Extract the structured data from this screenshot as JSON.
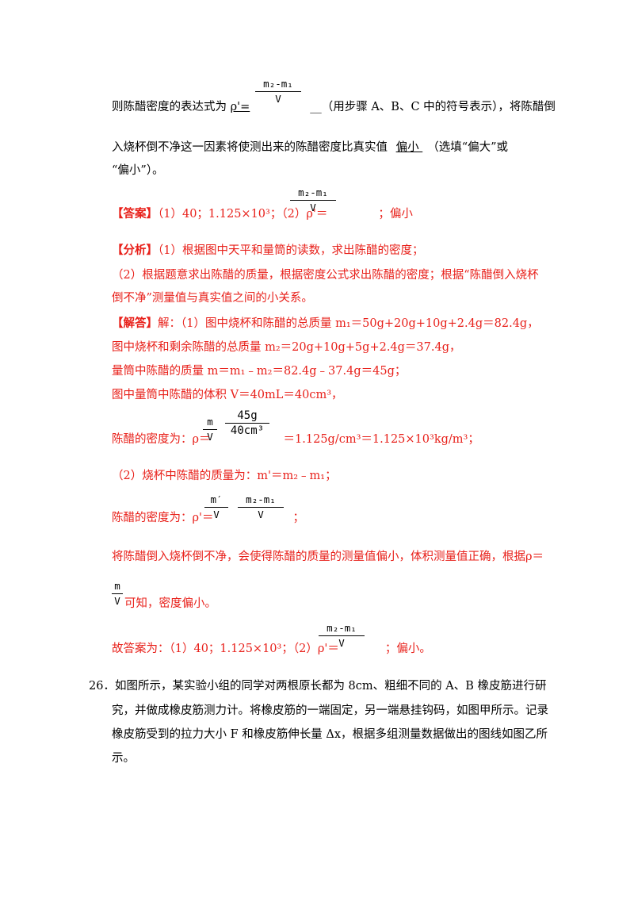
{
  "fill_blank": {
    "line1_prefix": "则陈醋密度的表达式为",
    "line1_answer": "  ρ'=       ",
    "line1_suffix": "__（用步骤 A、B、C 中的符号表示），将陈醋倒",
    "frac1_num": "m₂-m₁",
    "frac1_den": "V",
    "line2_text": "入烧杯倒不净这一因素将使测出来的陈醋密度比真实值",
    "line2_answer": "  偏小  ",
    "line2_suffix": "（选填“偏大”或",
    "line3_text": "“偏小”）。"
  },
  "answer": {
    "tag": "【答案】",
    "text": "（1）40；1.125×10³；（2）ρ'＝",
    "tail": "；偏小",
    "frac_num": "m₂-m₁",
    "frac_den": "V"
  },
  "analysis": {
    "tag": "【分析】",
    "line1": "（1）根据图中天平和量筒的读数，求出陈醋的密度；",
    "line2": "（2）根据题意求出陈醋的质量，根据密度公式求出陈醋的密度；根据“陈醋倒入烧杯",
    "line3": "倒不净”测量值与真实值之间的小关系。"
  },
  "solution": {
    "tag": "【解答】",
    "line1": "解：（1）图中烧杯和陈醋的总质量 m₁＝50g+20g+10g+2.4g＝82.4g，",
    "line2": "图中烧杯和剩余陈醋的总质量 m₂＝20g+10g+5g+2.4g＝37.4g，",
    "line3": "量筒中陈醋的质量 m＝m₁﹣m₂＝82.4g﹣37.4g＝45g；",
    "line4": "图中量筒中陈醋的体积 V＝40mL＝40cm³，",
    "density_prefix": "陈醋的密度为：ρ＝",
    "density_frac1_num": "m",
    "density_frac1_den": "V",
    "density_frac2_num": "45g",
    "density_frac2_den": "40cm³",
    "density_suffix": "＝1.125g/cm³＝1.125×10³kg/m³；",
    "part2_line": "（2）烧杯中陈醋的质量为：m'＝m₂﹣m₁；",
    "density2_prefix": "陈醋的密度为：ρ'＝",
    "density2_frac1_num": "m′",
    "density2_frac1_den": "V",
    "density2_frac2_num": "m₂-m₁",
    "density2_frac2_den": "V",
    "density2_suffix": "；",
    "conclusion_line": "将陈醋倒入烧杯倒不净，会使得陈醋的质量的测量值偏小，体积测量值正确，根据ρ＝",
    "conclusion_frac_num": "m",
    "conclusion_frac_den": "V",
    "conclusion_tail": "可知，密度偏小。",
    "final_prefix": "故答案为：（1）40；1.125×10³；（2）ρ'＝",
    "final_frac_num": "m₂-m₁",
    "final_frac_den": "V",
    "final_suffix": "；偏小。"
  },
  "question26": {
    "number": "26．",
    "line1": "如图所示，某实验小组的同学对两根原长都为 8cm、粗细不同的 A、B 橡皮筋进行研",
    "line2": "究，并做成橡皮筋测力计。将橡皮筋的一端固定，另一端悬挂钩码，如图甲所示。记录",
    "line3": "橡皮筋受到的拉力大小 F 和橡皮筋伸长量 Δx，根据多组测量数据做出的图线如图乙所",
    "line4": "示。"
  }
}
